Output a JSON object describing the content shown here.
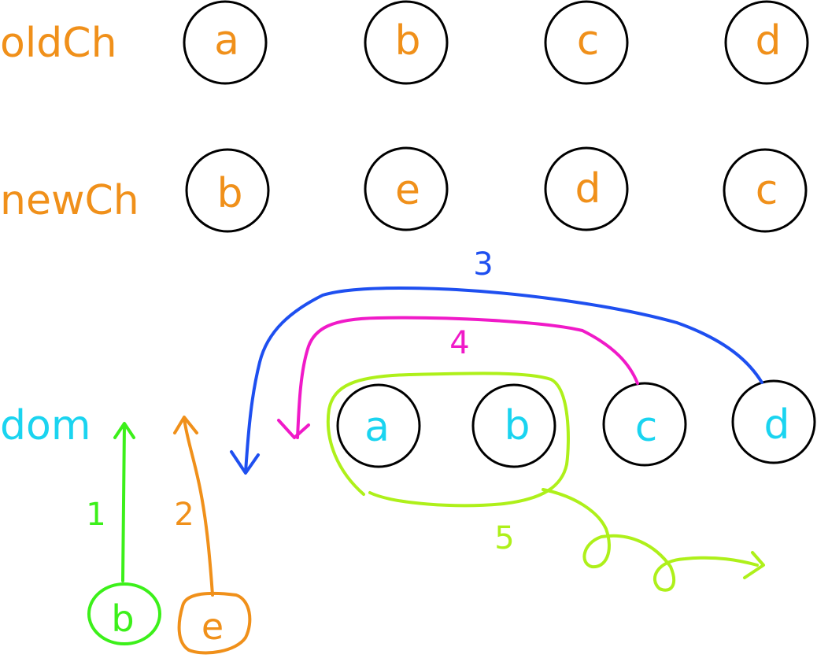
{
  "colors": {
    "orange": "#f0901a",
    "cyan": "#1ad4f0",
    "blue": "#1e4ff0",
    "pink": "#f01ac8",
    "lime": "#aef01a",
    "green": "#3cf01a",
    "outline": "#000000"
  },
  "rows": {
    "old": {
      "label": "oldCh",
      "nodes": [
        "a",
        "b",
        "c",
        "d"
      ]
    },
    "new": {
      "label": "newCh",
      "nodes": [
        "b",
        "e",
        "d",
        "c"
      ]
    },
    "dom": {
      "label": "dom",
      "nodes": [
        "a",
        "b",
        "c",
        "d"
      ]
    }
  },
  "inserted": {
    "first": {
      "letter": "b",
      "step": "1"
    },
    "second": {
      "letter": "e",
      "step": "2"
    }
  },
  "steps": {
    "move_d": "3",
    "move_c": "4",
    "remove_ab": "5"
  }
}
